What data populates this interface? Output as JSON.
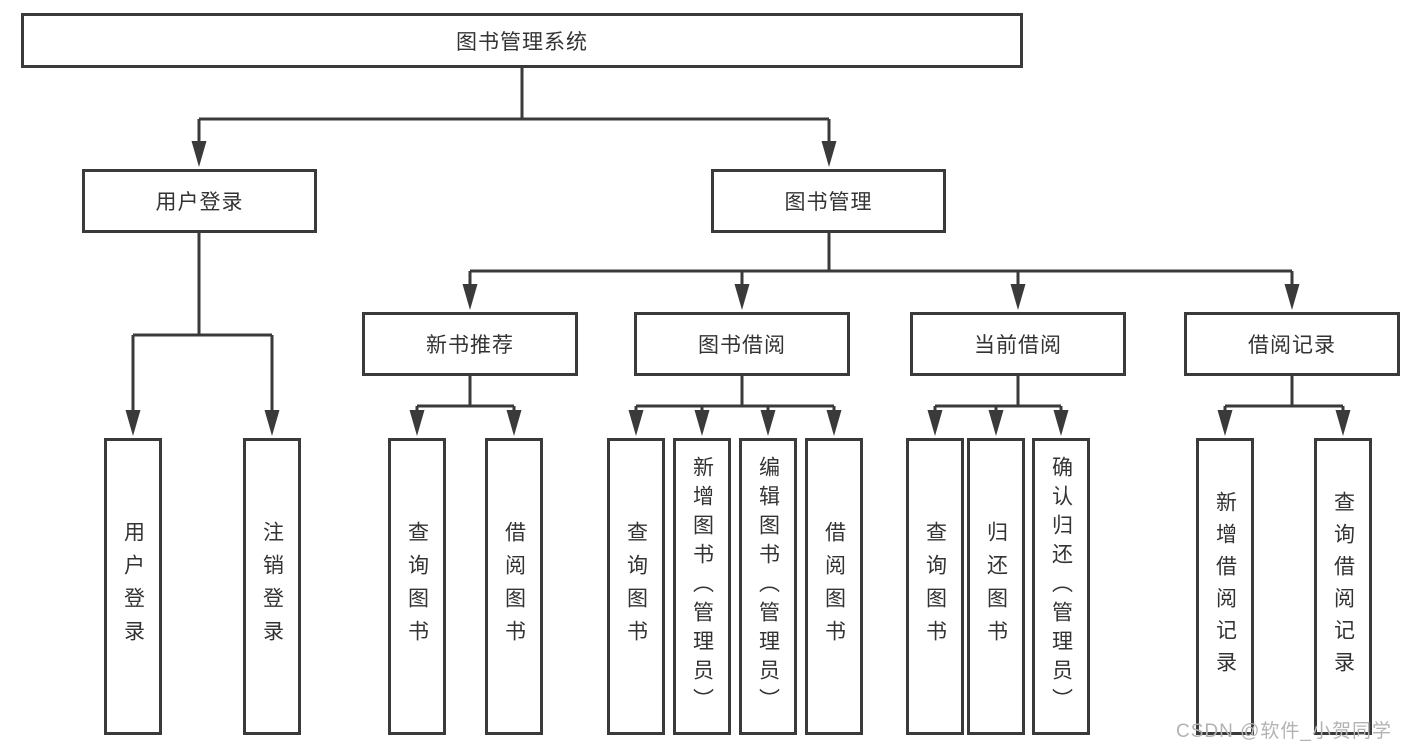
{
  "tree": {
    "label": "图书管理系统",
    "children": [
      {
        "label": "用户登录",
        "children": [
          {
            "label": "用户登录"
          },
          {
            "label": "注销登录"
          }
        ]
      },
      {
        "label": "图书管理",
        "children": [
          {
            "label": "新书推荐",
            "children": [
              {
                "label": "查询图书"
              },
              {
                "label": "借阅图书"
              }
            ]
          },
          {
            "label": "图书借阅",
            "children": [
              {
                "label": "查询图书"
              },
              {
                "label": "新增图书（管理员）"
              },
              {
                "label": "编辑图书（管理员）"
              },
              {
                "label": "借阅图书"
              }
            ]
          },
          {
            "label": "当前借阅",
            "children": [
              {
                "label": "查询图书"
              },
              {
                "label": "归还图书"
              },
              {
                "label": "确认归还（管理员）"
              }
            ]
          },
          {
            "label": "借阅记录",
            "children": [
              {
                "label": "新增借阅记录"
              },
              {
                "label": "查询借阅记录"
              }
            ]
          }
        ]
      }
    ]
  },
  "watermark": {
    "text": "CSDN @软件_小贺同学"
  },
  "colors": {
    "line": "#3a3a3a",
    "box_border": "#3a3a3a",
    "label": "#333333",
    "watermark_gray": "#b3b3b3",
    "background": "#ffffff"
  }
}
